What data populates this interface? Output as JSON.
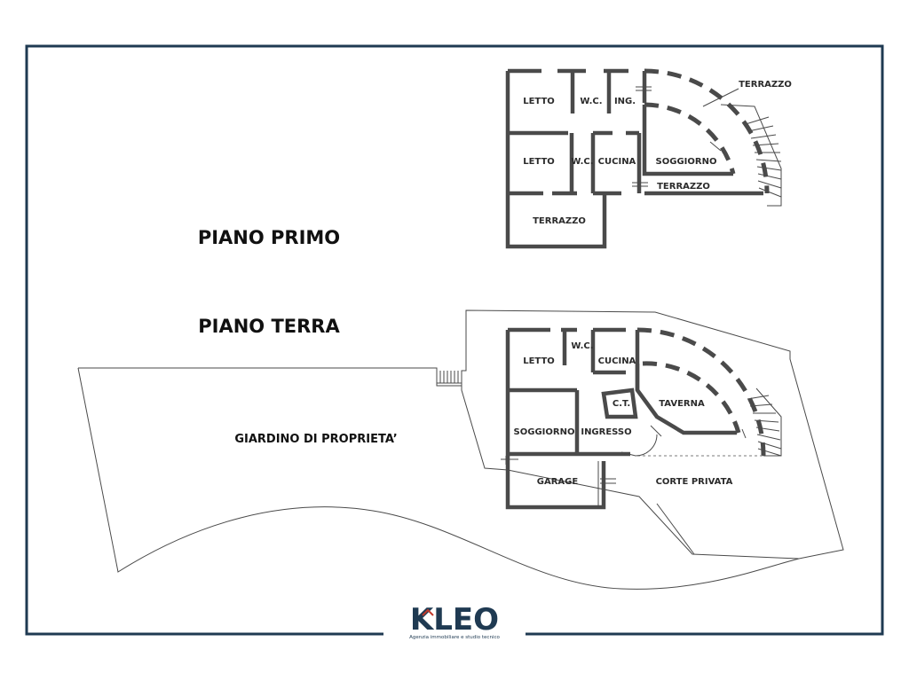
{
  "floors": {
    "first_floor_title": "PIANO PRIMO",
    "ground_floor_title": "PIANO TERRA"
  },
  "first_floor_rooms": {
    "letto_1": "LETTO",
    "wc_1": "W.C.",
    "ingresso": "ING.",
    "terrazzo_top": "TERRAZZO",
    "letto_2": "LETTO",
    "wc_2": "W.C.",
    "cucina": "CUCINA",
    "soggiorno": "SOGGIORNO",
    "terrazzo_bottom": "TERRAZZO",
    "terrazzo_small": "TERRAZZO"
  },
  "ground_floor_rooms": {
    "letto": "LETTO",
    "wc": "W.C.",
    "cucina": "CUCINA",
    "ct": "C.T.",
    "taverna": "TAVERNA",
    "soggiorno": "SOGGIORNO",
    "ingresso": "INGRESSO",
    "garage": "GARAGE",
    "corte": "CORTE PRIVATA"
  },
  "garden_label": "GIARDINO DI PROPRIETA’",
  "logo": {
    "brand": "KLEO",
    "tagline": "Agenzia immobiliare e studio tecnico",
    "color": "#1f3a52"
  }
}
